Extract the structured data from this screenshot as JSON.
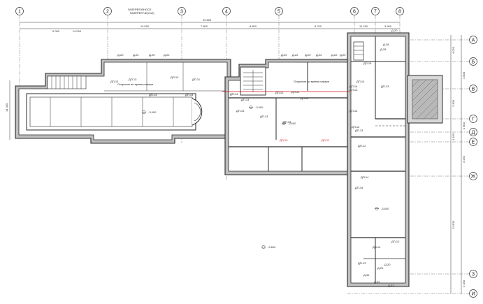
{
  "grid_columns": [
    "1",
    "2",
    "3",
    "4",
    "5",
    "6",
    "7",
    "8"
  ],
  "grid_rows": [
    "А",
    "Б",
    "В",
    "Г",
    "Д",
    "Е",
    "Ж",
    "З",
    "И"
  ],
  "top_note": [
    "ГАЛЕРЕЯ ВНОСЕ",
    "ГАЛЕРЕЯ ЧЕ(С12)"
  ],
  "overall_dimension": "49 800",
  "top_dimensions": [
    "5 000",
    "14 000",
    "10 500",
    "7 800",
    "8 800",
    "5 700",
    "11 150",
    "3 900"
  ],
  "right_dimensions": [
    "4 020",
    "4 800",
    "3 300",
    "1 800",
    "1 100",
    "3 250",
    "11 900",
    "2 450"
  ],
  "left_dimensions": [
    "14 000"
  ],
  "levels": [
    "-3.600",
    "-3.600",
    "-3.600",
    "-3.600",
    "-3.600"
  ],
  "labels": [
    "Д-20",
    "Д-22",
    "Д-20",
    "Д-22",
    "Д-20",
    "Д-22",
    "Д-20",
    "Д-22",
    "Д-22",
    "Д-20",
    "Д-20",
    "ДП-13",
    "ДП-13",
    "ДП-13",
    "ДП-14",
    "ДП-14",
    "ДП-11",
    "ДП-11",
    "ДП-12",
    "ДП-14",
    "ДП-13",
    "ДП-13",
    "ДП-13",
    "ДП-13",
    "ДП-14",
    "ДП-14",
    "ДП-14",
    "ДП-15",
    "ДП-14",
    "ДП-13",
    "ДП-12",
    "Д-28",
    "Д-28",
    "Д-31",
    "Д-32",
    "Д-33",
    "Д-21",
    "Д-20",
    "ДП-15",
    "ДП-13",
    "ДП-14",
    "ДП-12",
    "ДП-14",
    "ДП-13",
    "ДП-12",
    "ДП-13",
    "Открытие во время пожара",
    "Открытие во время пожара"
  ],
  "red_labels": [
    "ДП-13",
    "ДП-11"
  ]
}
